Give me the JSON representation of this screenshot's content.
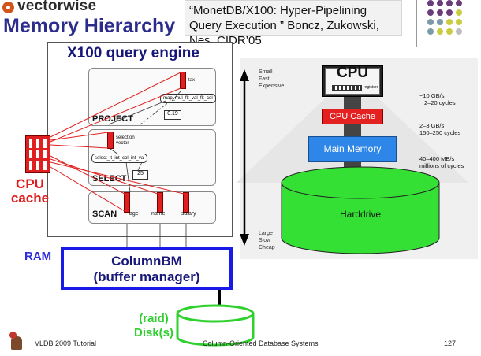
{
  "header": {
    "brand": "vectorwise",
    "title": "Memory Hierarchy",
    "citation": "“MonetDB/X100: Hyper-Pipelining Query Execution ” Boncz, Zukowski, Nes, CIDR’05"
  },
  "x100": {
    "title": "X100 query engine",
    "project": {
      "label": "PROJECT",
      "expr": "map_mul_flt_val_flt_col",
      "vector_name": "tax",
      "constant": "0.19"
    },
    "select": {
      "label": "SELECT",
      "vector_name": "selection vector",
      "expr": "select_lt_int_col_int_val",
      "constant": "25"
    },
    "scan": {
      "label": "SCAN",
      "columns": [
        "age",
        "name",
        "salary"
      ]
    }
  },
  "cpu_cache": {
    "label_line1": "CPU",
    "label_line2": "cache"
  },
  "ram": {
    "label": "RAM"
  },
  "columnbm": {
    "line1": "ColumnBM",
    "line2": "(buffer manager)"
  },
  "disk": {
    "line1": "(raid)",
    "line2": "Disk(s)"
  },
  "pyramid": {
    "top_note": [
      "Small",
      "Fast",
      "Expensive"
    ],
    "bottom_note": [
      "Large",
      "Slow",
      "Cheap"
    ],
    "cpu": "CPU",
    "registers": "registers",
    "cache": "CPU Cache",
    "memory": "Main Memory",
    "harddrive": "Harddrive",
    "rates": [
      [
        "~10 GB/s",
        "2–20 cycles"
      ],
      [
        "2–3 GB/s",
        "150–250 cycles"
      ],
      [
        "40–400 MB/s",
        "millions of cycles"
      ]
    ]
  },
  "footer": {
    "left": "VLDB 2009 Tutorial",
    "center": "Column-Oriented Database Systems",
    "page": "127"
  },
  "colors": {
    "title_blue": "#2c2c8c",
    "cache_red": "#e21b1b",
    "ram_blue": "#1a1ae8",
    "disk_green": "#2ed12e",
    "memory_blue": "#2e86e8",
    "harddrive_green": "#33e033"
  }
}
